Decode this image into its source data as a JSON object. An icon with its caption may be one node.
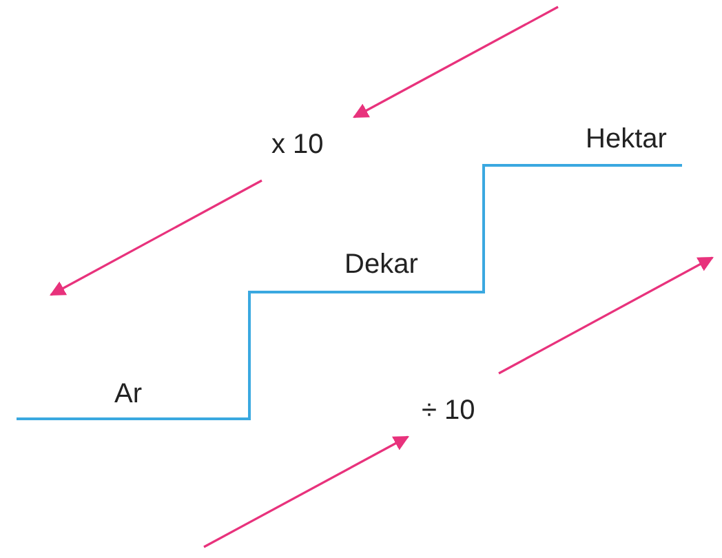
{
  "diagram": {
    "labels": [
      "x 10",
      "Hektar",
      "Dekar",
      "Ar",
      "÷ 10"
    ]
  }
}
